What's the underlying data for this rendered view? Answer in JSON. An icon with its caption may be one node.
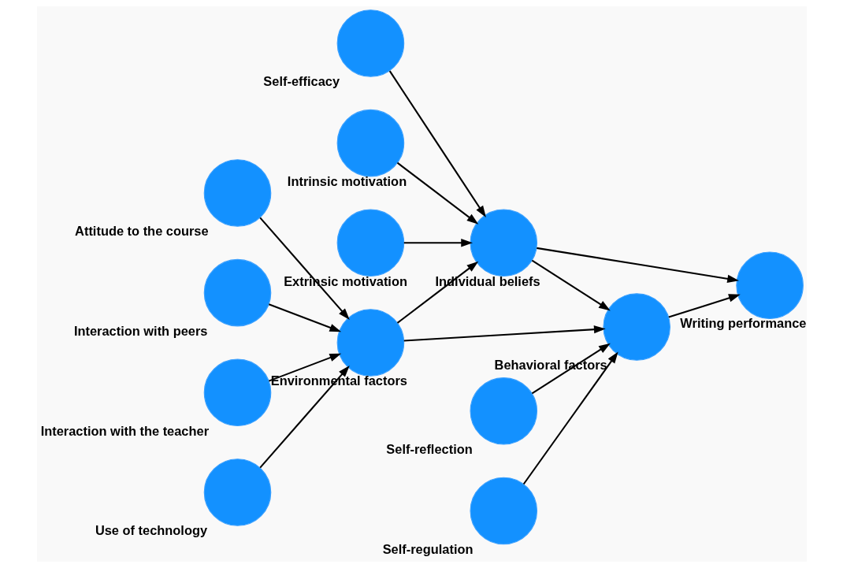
{
  "diagram": {
    "nodes": [
      {
        "text": [],
        "shape": "circle",
        "beside": [
          "Self-efficacy"
        ]
      },
      {
        "text": [],
        "shape": "circle",
        "beside": [
          "Intrinsic motivation"
        ]
      },
      {
        "text": [],
        "shape": "circle",
        "beside": [
          "Extrinsic motivation"
        ]
      },
      {
        "text": [],
        "shape": "circle",
        "beside": [
          "Attitude to the course"
        ]
      },
      {
        "text": [],
        "shape": "circle",
        "beside": [
          "Individual beliefs"
        ]
      },
      {
        "text": [],
        "shape": "circle",
        "beside": [
          "Interaction with peers"
        ]
      },
      {
        "text": [],
        "shape": "circle",
        "beside": [
          "Environmental factors"
        ]
      },
      {
        "text": [],
        "shape": "circle",
        "beside": [
          "Writing performance"
        ]
      },
      {
        "text": [],
        "shape": "circle",
        "beside": [
          "Interaction with the teacher"
        ]
      },
      {
        "text": [],
        "shape": "circle",
        "beside": [
          "Behavioral factors"
        ]
      },
      {
        "text": [],
        "shape": "circle",
        "beside": [
          "Use of technology"
        ]
      },
      {
        "text": [],
        "shape": "circle",
        "beside": [
          "Self-reflection"
        ]
      },
      {
        "text": [],
        "shape": "circle",
        "beside": [
          "Self-regulation"
        ]
      }
    ],
    "edges": [
      {
        "from": 0,
        "to": 4,
        "arrow": "to"
      },
      {
        "from": 1,
        "to": 4,
        "arrow": "to"
      },
      {
        "from": 2,
        "to": 4,
        "arrow": "to"
      },
      {
        "from": 3,
        "to": 6,
        "arrow": "to"
      },
      {
        "from": 5,
        "to": 6,
        "arrow": "to"
      },
      {
        "from": 8,
        "to": 6,
        "arrow": "to"
      },
      {
        "from": 10,
        "to": 6,
        "arrow": "to"
      },
      {
        "from": 6,
        "to": 4,
        "arrow": "to"
      },
      {
        "from": 6,
        "to": 9,
        "arrow": "to"
      },
      {
        "from": 4,
        "to": 9,
        "arrow": "to"
      },
      {
        "from": 4,
        "to": 7,
        "arrow": "to"
      },
      {
        "from": 9,
        "to": 7,
        "arrow": "to"
      },
      {
        "from": 11,
        "to": 9,
        "arrow": "to"
      },
      {
        "from": 12,
        "to": 9,
        "arrow": "to"
      }
    ]
  }
}
